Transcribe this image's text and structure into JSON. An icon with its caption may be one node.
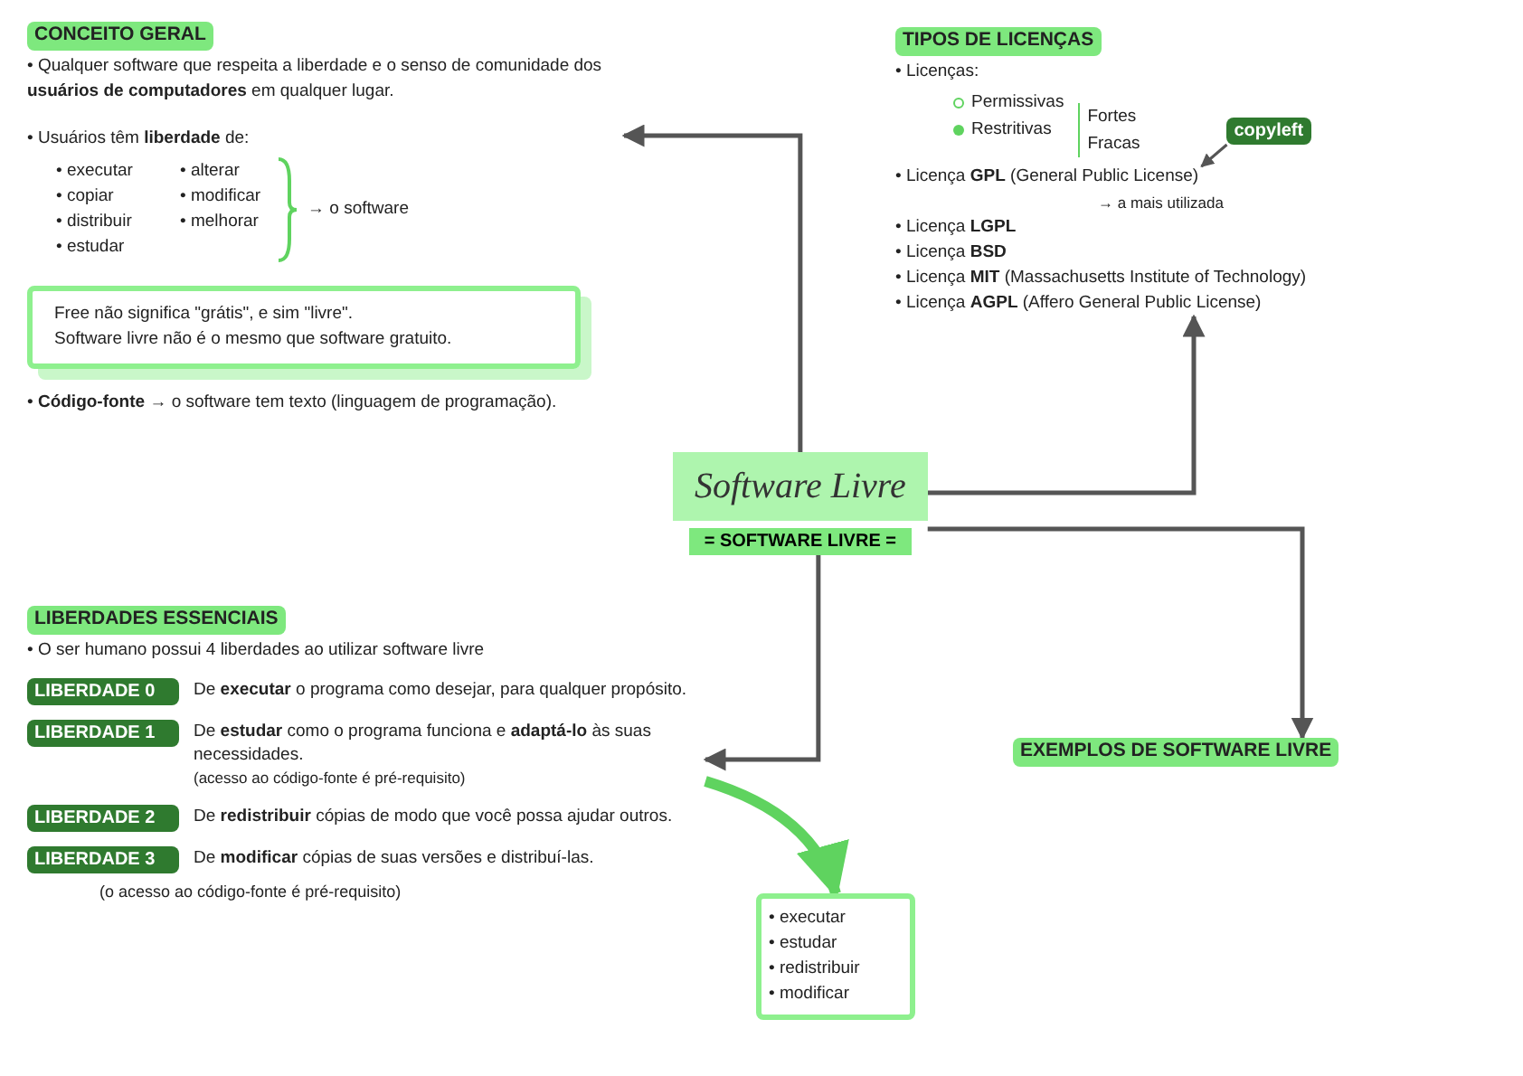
{
  "diagram": {
    "nodes": [
      {
        "text": [
          "Software Livre",
          "= SOFTWARE LIVRE ="
        ]
      },
      {
        "text": [
          "CONCEITO GERAL",
          "• Qualquer software que respeita a liberdade e o senso de comunidade dos **usuários de computadores** em qualquer lugar.",
          "• Usuários têm **liberdade** de:",
          "• executar",
          "• copiar",
          "• distribuir",
          "• estudar",
          "• alterar",
          "• modificar",
          "• melhorar",
          "→ o software",
          "• **Código-fonte** → o software tem texto (linguagem de programação)."
        ]
      },
      {
        "text": [
          "TIPOS DE LICENÇAS",
          "• Licenças:",
          "Permissivas",
          "Restritivas",
          "Fortes",
          "Fracas",
          "• Licença **GPL** (General Public License)",
          "→ a mais utilizada",
          "• Licença **LGPL**",
          "• Licença **BSD**",
          "• Licença **MIT** (Massachusetts Institute of Technology)",
          "• Licença **AGPL** (Affero General Public License)"
        ]
      },
      {
        "text": [
          "LIBERDADES ESSENCIAIS",
          "• O ser humano possui 4 liberdades ao utilizar software livre",
          "LIBERDADE 0",
          "De **executar** o programa como desejar, para qualquer propósito.",
          "LIBERDADE 1",
          "De **estudar** como o programa funciona e **adaptá-lo** às suas necessidades.",
          "(acesso ao código-fonte é pré-requisito)",
          "LIBERDADE 2",
          "De **redistribuir** cópias de modo que você possa ajudar outros.",
          "LIBERDADE 3",
          "De **modificar** cópias de suas versões e distribuí-las.",
          "(o acesso ao código-fonte é pré-requisito)"
        ]
      },
      {
        "text": [
          "EXEMPLOS DE SOFTWARE LIVRE"
        ]
      },
      {
        "text": [
          "• executar",
          "• estudar",
          "• redistribuir",
          "• modificar"
        ]
      },
      {
        "text": [
          "Free não significa \"grátis\", e sim \"livre\".",
          "Software livre não é o mesmo que software gratuito."
        ],
        "in": 1
      },
      {
        "text": [
          "copyleft"
        ],
        "in": 2
      }
    ],
    "edges": [
      {
        "from": 0,
        "to": 1,
        "arrow": "to"
      },
      {
        "from": 0,
        "to": 2,
        "arrow": "to"
      },
      {
        "from": 0,
        "to": 4,
        "arrow": "to"
      },
      {
        "from": 0,
        "to": 3,
        "arrow": "to"
      },
      {
        "from": 3,
        "to": 5,
        "arrow": "to",
        "style": "thick",
        "color": "#5fd35f"
      },
      {
        "from": 7,
        "to": null,
        "arrow": "to"
      }
    ]
  }
}
